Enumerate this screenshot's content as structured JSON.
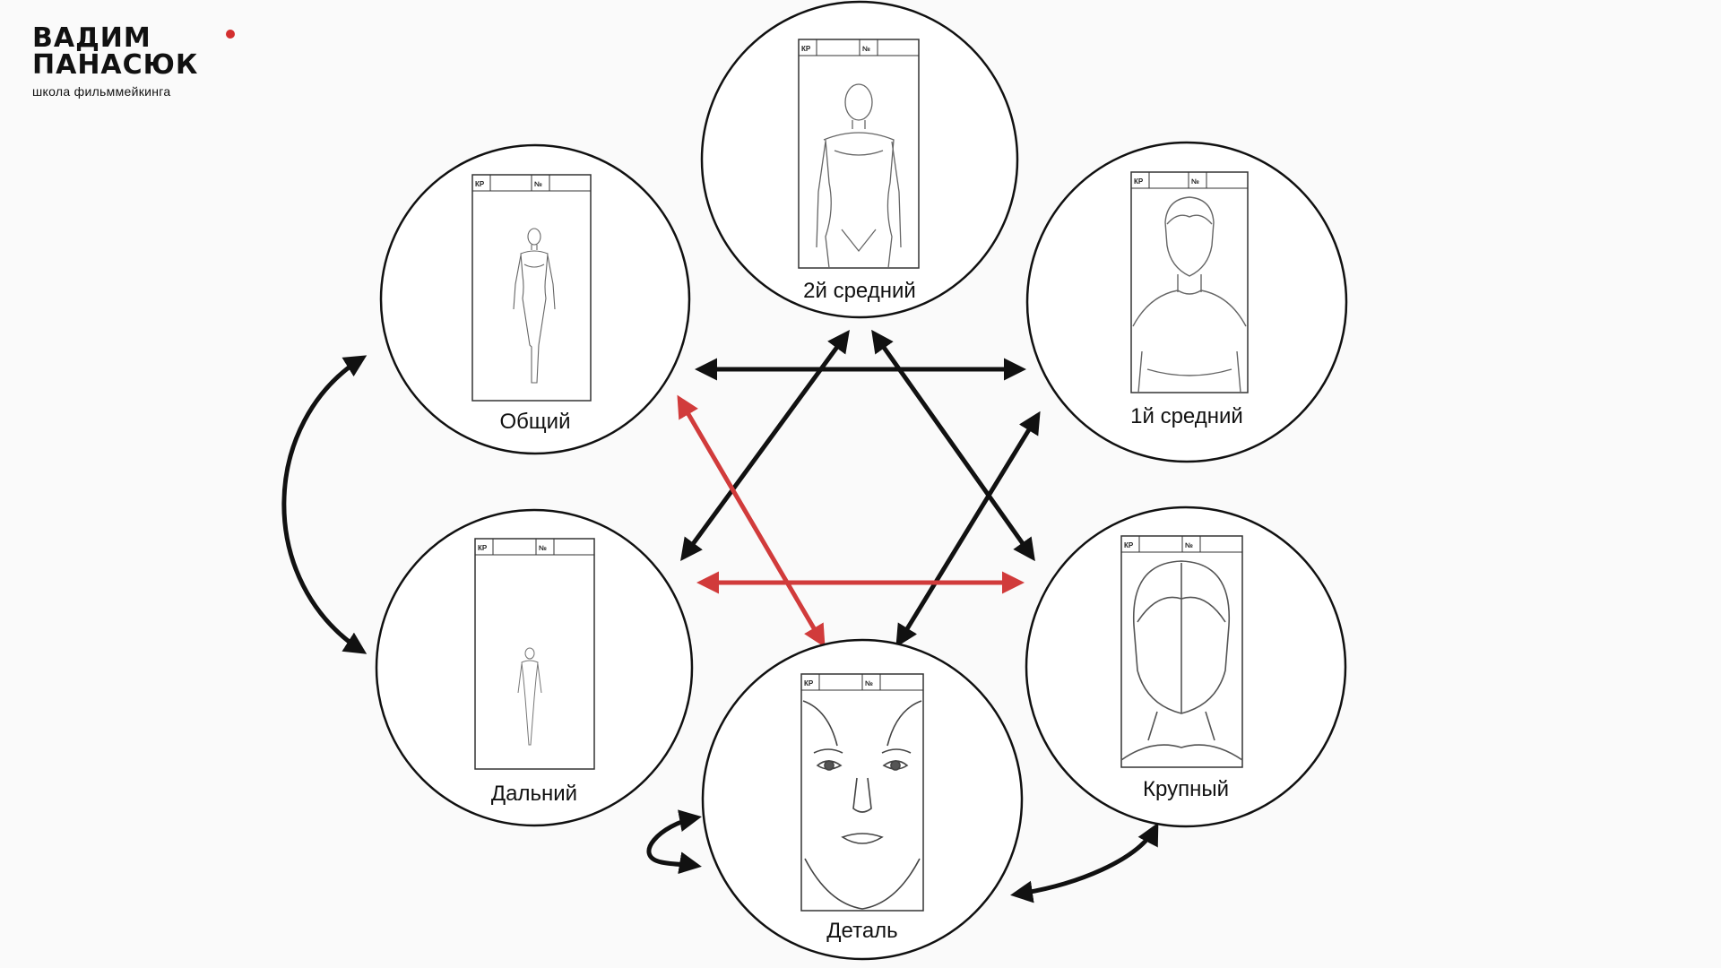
{
  "logo": {
    "line1": "ВАДИМ",
    "line2": "ПАНАСЮК",
    "subtitle": "школа фильммейкинга",
    "dot_color": "#d32f2f"
  },
  "card": {
    "kp_label": "КР",
    "no_label": "№"
  },
  "nodes": [
    {
      "id": "general",
      "label": "Общий",
      "figure": "full-body-small"
    },
    {
      "id": "medium2",
      "label": "2й средний",
      "figure": "mid-thigh"
    },
    {
      "id": "medium1",
      "label": "1й средний",
      "figure": "chest-up"
    },
    {
      "id": "far",
      "label": "Дальний",
      "figure": "full-body-tiny"
    },
    {
      "id": "closeup",
      "label": "Крупный",
      "figure": "head-shoulders"
    },
    {
      "id": "detail",
      "label": "Деталь",
      "figure": "face-closeup"
    }
  ],
  "colors": {
    "arrow_black": "#111111",
    "arrow_red": "#d13b3b"
  },
  "edges": [
    {
      "from": "general",
      "to": "far",
      "color": "black",
      "kind": "curved"
    },
    {
      "from": "general",
      "to": "medium1",
      "color": "black",
      "kind": "straight"
    },
    {
      "from": "medium2",
      "to": "far",
      "color": "black",
      "kind": "straight"
    },
    {
      "from": "medium2",
      "to": "closeup",
      "color": "black",
      "kind": "straight"
    },
    {
      "from": "medium1",
      "to": "detail",
      "color": "black",
      "kind": "straight"
    },
    {
      "from": "general",
      "to": "detail",
      "color": "red",
      "kind": "straight"
    },
    {
      "from": "far",
      "to": "closeup",
      "color": "red",
      "kind": "straight"
    },
    {
      "from": "detail",
      "to": "closeup",
      "color": "black",
      "kind": "curved"
    },
    {
      "from": "detail",
      "to": "detail",
      "color": "black",
      "kind": "self-loop"
    }
  ]
}
